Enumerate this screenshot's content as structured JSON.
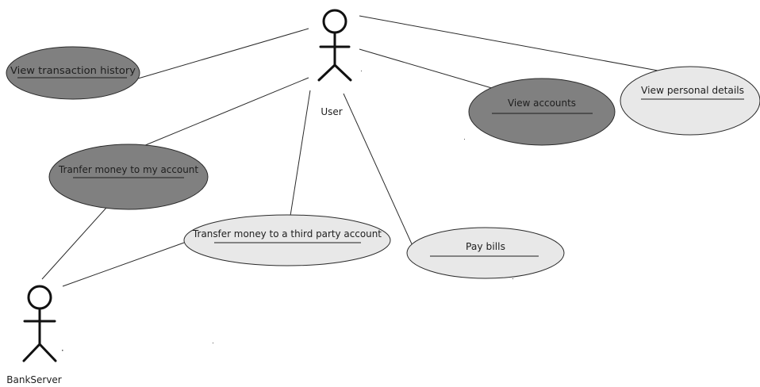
{
  "actors": {
    "user": {
      "label": "User"
    },
    "bank_server": {
      "label": "BankServer"
    }
  },
  "use_cases": {
    "view_transaction_history": {
      "label": "View transaction history",
      "fill": "#808080"
    },
    "transfer_to_my_account": {
      "label": "Tranfer money to my account",
      "fill": "#808080"
    },
    "transfer_to_third_party": {
      "label": "Transfer money to a third party account",
      "fill": "#e8e8e8"
    },
    "pay_bills": {
      "label": "Pay bills",
      "fill": "#e8e8e8"
    },
    "view_accounts": {
      "label": "View accounts",
      "fill": "#808080"
    },
    "view_personal_details": {
      "label": "View personal details",
      "fill": "#e8e8e8"
    }
  }
}
